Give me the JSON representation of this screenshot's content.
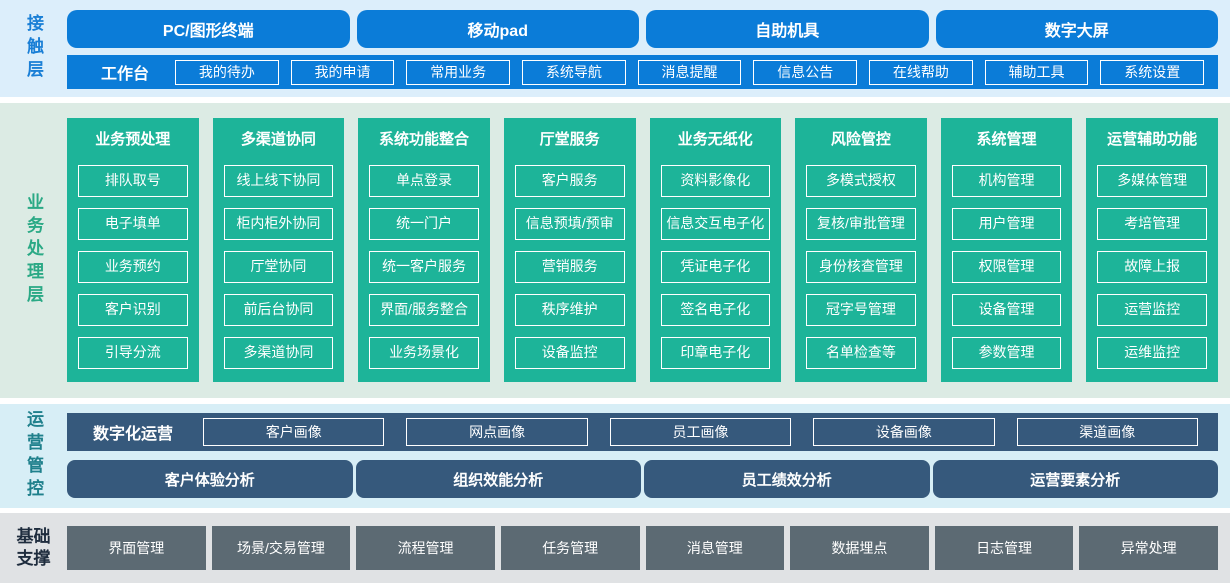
{
  "colors": {
    "accent_blue": "#0b7cd8",
    "teal_green": "#1db499",
    "slate_blue": "#36597c",
    "gray": "#5c6a73",
    "band_contact_bg": "#dceefb",
    "band_business_bg": "#dcebe4",
    "band_ops_bg": "#d7eef6",
    "band_foundation_bg": "#e0e2e4"
  },
  "layers": {
    "contact": {
      "label": "接触层",
      "terminals": [
        "PC/图形终端",
        "移动pad",
        "自助机具",
        "数字大屏"
      ],
      "workbench": {
        "title": "工作台",
        "items": [
          "我的待办",
          "我的申请",
          "常用业务",
          "系统导航",
          "消息提醒",
          "信息公告",
          "在线帮助",
          "辅助工具",
          "系统设置"
        ]
      }
    },
    "business": {
      "label": "业务处理层",
      "columns": [
        {
          "title": "业务预处理",
          "items": [
            "排队取号",
            "电子填单",
            "业务预约",
            "客户识别",
            "引导分流"
          ]
        },
        {
          "title": "多渠道协同",
          "items": [
            "线上线下协同",
            "柜内柜外协同",
            "厅堂协同",
            "前后台协同",
            "多渠道协同"
          ]
        },
        {
          "title": "系统功能整合",
          "items": [
            "单点登录",
            "统一门户",
            "统一客户服务",
            "界面/服务整合",
            "业务场景化"
          ]
        },
        {
          "title": "厅堂服务",
          "items": [
            "客户服务",
            "信息预填/预审",
            "营销服务",
            "秩序维护",
            "设备监控"
          ]
        },
        {
          "title": "业务无纸化",
          "items": [
            "资料影像化",
            "信息交互电子化",
            "凭证电子化",
            "签名电子化",
            "印章电子化"
          ]
        },
        {
          "title": "风险管控",
          "items": [
            "多模式授权",
            "复核/审批管理",
            "身份核查管理",
            "冠字号管理",
            "名单检查等"
          ]
        },
        {
          "title": "系统管理",
          "items": [
            "机构管理",
            "用户管理",
            "权限管理",
            "设备管理",
            "参数管理"
          ]
        },
        {
          "title": "运营辅助功能",
          "items": [
            "多媒体管理",
            "考培管理",
            "故障上报",
            "运营监控",
            "运维监控"
          ]
        }
      ]
    },
    "operations": {
      "label": "运营管控",
      "digital_ops": {
        "title": "数字化运营",
        "items": [
          "客户画像",
          "网点画像",
          "员工画像",
          "设备画像",
          "渠道画像"
        ]
      },
      "analysis": [
        "客户体验分析",
        "组织效能分析",
        "员工绩效分析",
        "运营要素分析"
      ]
    },
    "foundation": {
      "label": "基础支撑",
      "items": [
        "界面管理",
        "场景/交易管理",
        "流程管理",
        "任务管理",
        "消息管理",
        "数据埋点",
        "日志管理",
        "异常处理"
      ]
    }
  }
}
